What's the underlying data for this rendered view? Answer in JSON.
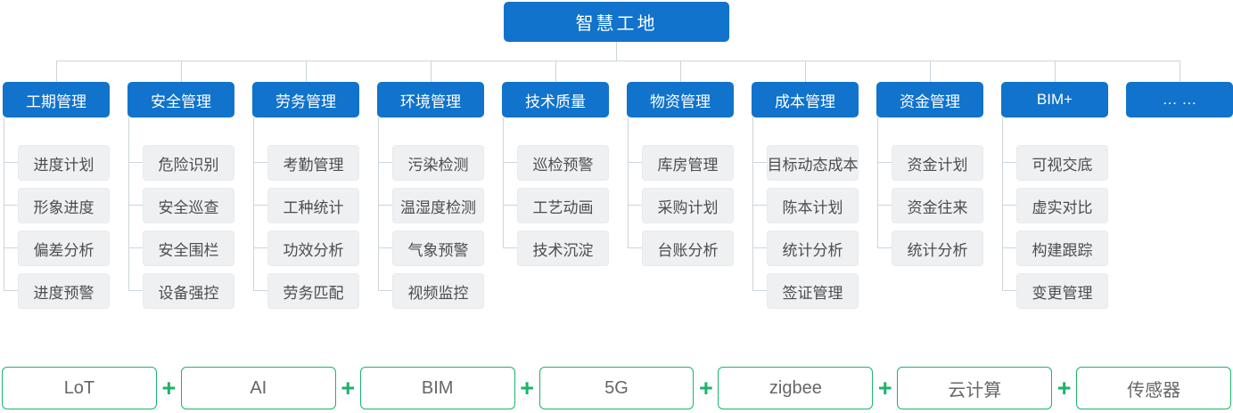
{
  "root": {
    "label": "智慧工地"
  },
  "columns": [
    {
      "label": "工期管理",
      "items": [
        "进度计划",
        "形象进度",
        "偏差分析",
        "进度预警"
      ]
    },
    {
      "label": "安全管理",
      "items": [
        "危险识别",
        "安全巡查",
        "安全围栏",
        "设备强控"
      ]
    },
    {
      "label": "劳务管理",
      "items": [
        "考勤管理",
        "工种统计",
        "功效分析",
        "劳务匹配"
      ]
    },
    {
      "label": "环境管理",
      "items": [
        "污染检测",
        "温湿度检测",
        "气象预警",
        "视频监控"
      ]
    },
    {
      "label": "技术质量",
      "items": [
        "巡检预警",
        "工艺动画",
        "技术沉淀"
      ]
    },
    {
      "label": "物资管理",
      "items": [
        "库房管理",
        "采购计划",
        "台账分析"
      ]
    },
    {
      "label": "成本管理",
      "items": [
        "目标动态成本",
        "陈本计划",
        "统计分析",
        "签证管理"
      ]
    },
    {
      "label": "资金管理",
      "items": [
        "资金计划",
        "资金往来",
        "统计分析"
      ]
    },
    {
      "label": "BIM+",
      "items": [
        "可视交底",
        "虚实对比",
        "构建跟踪",
        "变更管理"
      ]
    },
    {
      "label": "… …",
      "items": []
    }
  ],
  "technologies": {
    "labels": [
      "LoT",
      "AI",
      "BIM",
      "5G",
      "zigbee",
      "云计算",
      "传感器"
    ],
    "separator": "+"
  },
  "colors": {
    "primary_blue": "#1173cb",
    "sub_box_bg": "#eef0f2",
    "sub_text": "#4d4d4d",
    "connector_line": "#ccd5db",
    "green": "#1db468",
    "tech_text": "#666666"
  }
}
